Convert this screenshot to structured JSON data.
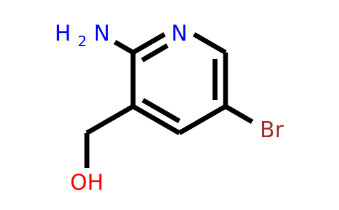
{
  "molecule": {
    "atoms": {
      "amine_prefix": "H",
      "amine_subscript": "2",
      "amine_suffix": "N",
      "ring_nitrogen": "N",
      "bromine": "Br",
      "hydroxyl": "OH"
    }
  },
  "colors": {
    "nitrogen": "#0000ff",
    "oxygen": "#ff0000",
    "bromine": "#a52a2a",
    "carbon_bond": "#000000",
    "background": "#ffffff"
  }
}
